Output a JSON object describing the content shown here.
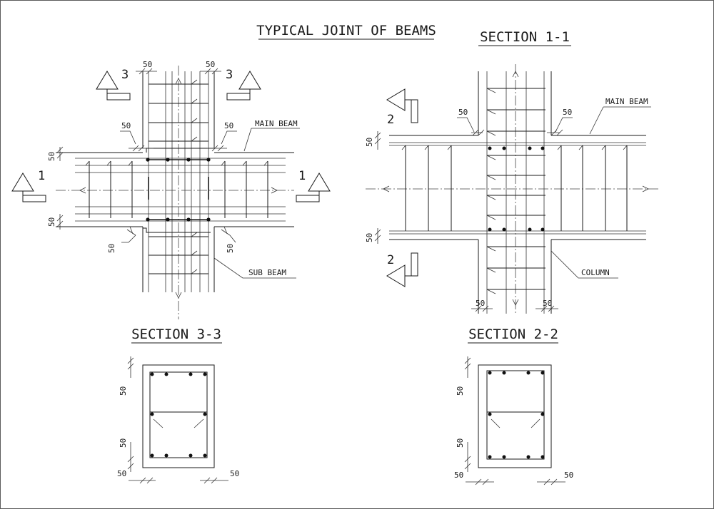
{
  "drawing": {
    "title": "TYPICAL JOINT OF BEAMS",
    "plan": {
      "main_beam_label": "MAIN BEAM",
      "sub_beam_label": "SUB BEAM",
      "dim_50": "50",
      "marker_1": "1",
      "marker_3": "3"
    },
    "section_1_1": {
      "title": "SECTION 1-1",
      "main_beam_label": "MAIN BEAM",
      "column_label": "COLUMN",
      "dim_50": "50",
      "marker_2": "2"
    },
    "section_3_3": {
      "title": "SECTION 3-3",
      "dim_50": "50"
    },
    "section_2_2": {
      "title": "SECTION 2-2",
      "dim_50": "50"
    }
  }
}
